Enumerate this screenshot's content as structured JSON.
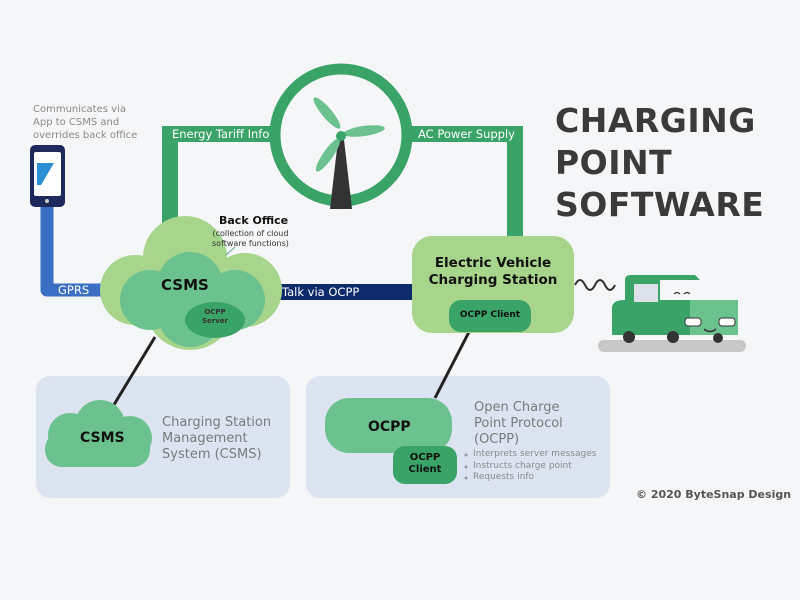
{
  "title": {
    "line1": "CHARGING",
    "line2": "POINT",
    "line3": "SOFTWARE"
  },
  "phone_note": {
    "line1": "Communicates via",
    "line2": "App to CSMS and",
    "line3": "overrides back office"
  },
  "links": {
    "gprs": "GPRS",
    "energy_tariff": "Energy Tariff Info",
    "ac_power": "AC Power Supply",
    "talk_ocpp": "Talk via OCPP"
  },
  "back_office": {
    "title": "Back Office",
    "line1": "(collection of cloud",
    "line2": "software functions)"
  },
  "csms_cloud": {
    "label": "CSMS",
    "server_line1": "OCPP",
    "server_line2": "Server"
  },
  "station": {
    "line1": "Electric Vehicle",
    "line2": "Charging Station",
    "client": "OCPP Client"
  },
  "legend_csms": {
    "label": "CSMS",
    "line1": "Charging Station",
    "line2": "Management",
    "line3": "System (CSMS)"
  },
  "legend_ocpp": {
    "label": "OCPP",
    "client_line1": "OCPP",
    "client_line2": "Client",
    "line1": "Open Charge",
    "line2": "Point Protocol",
    "line3": "(OCPP)",
    "bullets": [
      "Interprets server messages",
      "Instructs charge point",
      "Requests info"
    ]
  },
  "copyright": "© 2020 ByteSnap Design",
  "colors": {
    "green": "#3aa468",
    "light_green": "#a8d58c",
    "mid_green": "#6cc28f",
    "dark_green": "#2f8f57",
    "navy": "#0d2a6b",
    "blue": "#3a6fc4",
    "panel": "#dce4f2"
  }
}
